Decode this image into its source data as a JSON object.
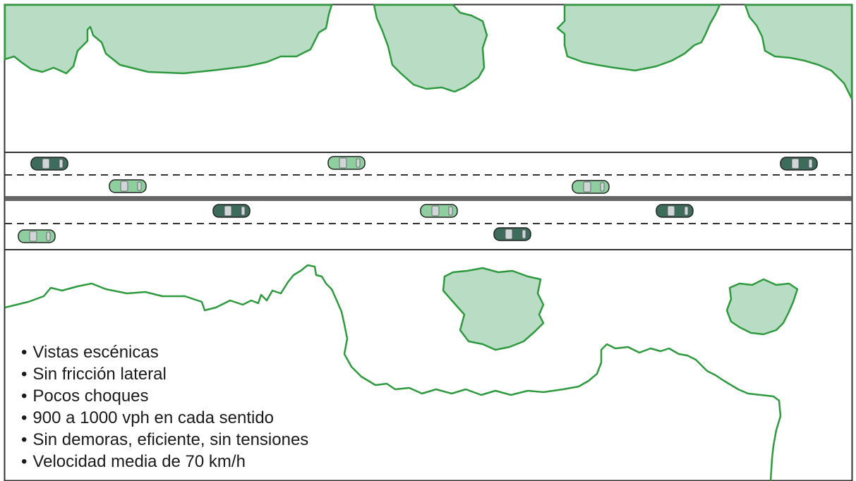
{
  "bullets": [
    "Vistas escénicas",
    "Sin fricción lateral",
    "Pocos choques",
    "900 a 1000 vph en cada sentido",
    "Sin demoras, eficiente, sin tensiones",
    "Velocidad media de 70 km/h"
  ],
  "colors": {
    "vegetation_fill": "#b8dcc4",
    "vegetation_stroke": "#2e9a3e",
    "car_dark": "#3d6b5c",
    "car_light": "#8fcf9f",
    "road_line": "#333333",
    "median": "#666666"
  }
}
